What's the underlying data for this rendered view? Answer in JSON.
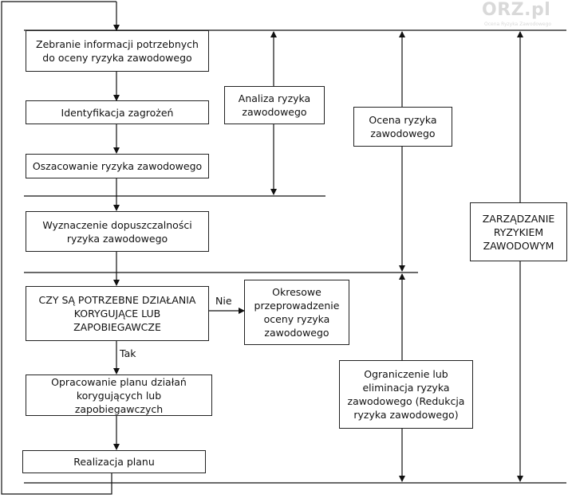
{
  "logo": {
    "text": "ORZ.pl",
    "subtitle": "Ocena Ryzyka Zawodowego"
  },
  "boxes": {
    "b1": "Zebranie informacji potrzebnych do oceny ryzyka zawodowego",
    "b2": "Identyfikacja zagrożeń",
    "b3": "Oszacowanie ryzyka zawodowego",
    "b4": "Wyznaczenie dopuszczalności ryzyka zawodowego",
    "b5": "CZY SĄ POTRZEBNE DZIAŁANIA KORYGUJĄCE LUB ZAPOBIEGAWCZE",
    "b6": "Okresowe przeprowadzenie oceny ryzyka zawodowego",
    "b7": "Opracowanie planu działań korygujących lub zapobiegawczych",
    "b8": "Realizacja planu",
    "b9": "Analiza ryzyka zawodowego",
    "b10": "Ocena ryzyka zawodowego",
    "b11": "Ograniczenie lub eliminacja ryzyka zawodowego (Redukcja ryzyka zawodowego)",
    "b12": "ZARZĄDZANIE RYZYKIEM ZAWODOWYM"
  },
  "labels": {
    "no": "Nie",
    "yes": "Tak"
  }
}
